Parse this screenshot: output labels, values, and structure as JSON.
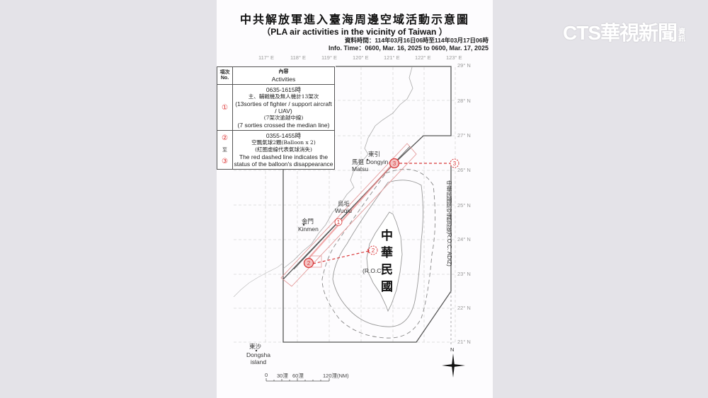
{
  "header": {
    "title_zh": "中共解放軍進入臺海周邊空域活動示意圖",
    "title_en": "（PLA air activities in the vicinity of Taiwan ）",
    "info_zh": "資料時間：114年03月16日06時至114年03月17日06時",
    "info_en": "Info. Time：0600, Mar. 16, 2025 to 0600, Mar. 17, 2025"
  },
  "logo": {
    "main": "CTS華視新聞",
    "sub": "資訊"
  },
  "legend": {
    "header_no": "項次 No.",
    "header_zh": "內容",
    "header_en": "Activities",
    "items": [
      {
        "no": "①",
        "time": "0635-1615時",
        "zh": "主、輔戰機及無人機計13架次",
        "en": "(13sorties of fighter / support aircraft / UAV)",
        "zh2": "(7架次逾越中線)",
        "en2": "(7 sorties crossed the median line)"
      },
      {
        "no": "②",
        "and": "至",
        "no2": "③",
        "time": "0355-1455時",
        "zh": "空飄氣球2顆(Balloon x 2)",
        "zh2": "(紅圈虛線代表氣球消失)",
        "en2": "The red dashed line indicates the status of the balloon's disappearance"
      }
    ]
  },
  "axes": {
    "longitudes": [
      "117° E",
      "118° E",
      "119° E",
      "120° E",
      "121° E",
      "122° E",
      "123° E"
    ],
    "latitudes": [
      "29° N",
      "28° N",
      "27° N",
      "26° N",
      "25° N",
      "24° N",
      "23° N",
      "22° N",
      "21° N"
    ]
  },
  "places": {
    "dongyin_zh": "東引",
    "dongyin_en": "Dongyin",
    "matsu_zh": "馬祖",
    "matsu_en": "Matsu",
    "wuqiu_zh": "烏坵",
    "wuqiu_en": "Wuqiu",
    "kinmen_zh": "金門",
    "kinmen_en": "Kinmen",
    "dongsha_zh": "東沙",
    "dongsha_en": "Dongsha island",
    "roc_zh": "中華民國",
    "roc_en": "(R.O.C)"
  },
  "adiz_label": "中華民國防空識別區(R.O.C. ADIZ)",
  "markers": [
    {
      "id": "1",
      "label": "1",
      "style": "thin-circle"
    },
    {
      "id": "2",
      "label": "2",
      "style": "solid-circle"
    },
    {
      "id": "2b",
      "label": "2",
      "style": "dashed-circle"
    },
    {
      "id": "3",
      "label": "3",
      "style": "solid-circle"
    },
    {
      "id": "3b",
      "label": "3",
      "style": "dashed-circle"
    }
  ],
  "scale": {
    "ticks": [
      "0",
      "30浬",
      "60浬",
      "120浬(NM)"
    ]
  },
  "compass": {
    "north": "N"
  },
  "colors": {
    "marker_red": "#d9383a",
    "frame": "#555555",
    "grid": "#cccccc"
  }
}
